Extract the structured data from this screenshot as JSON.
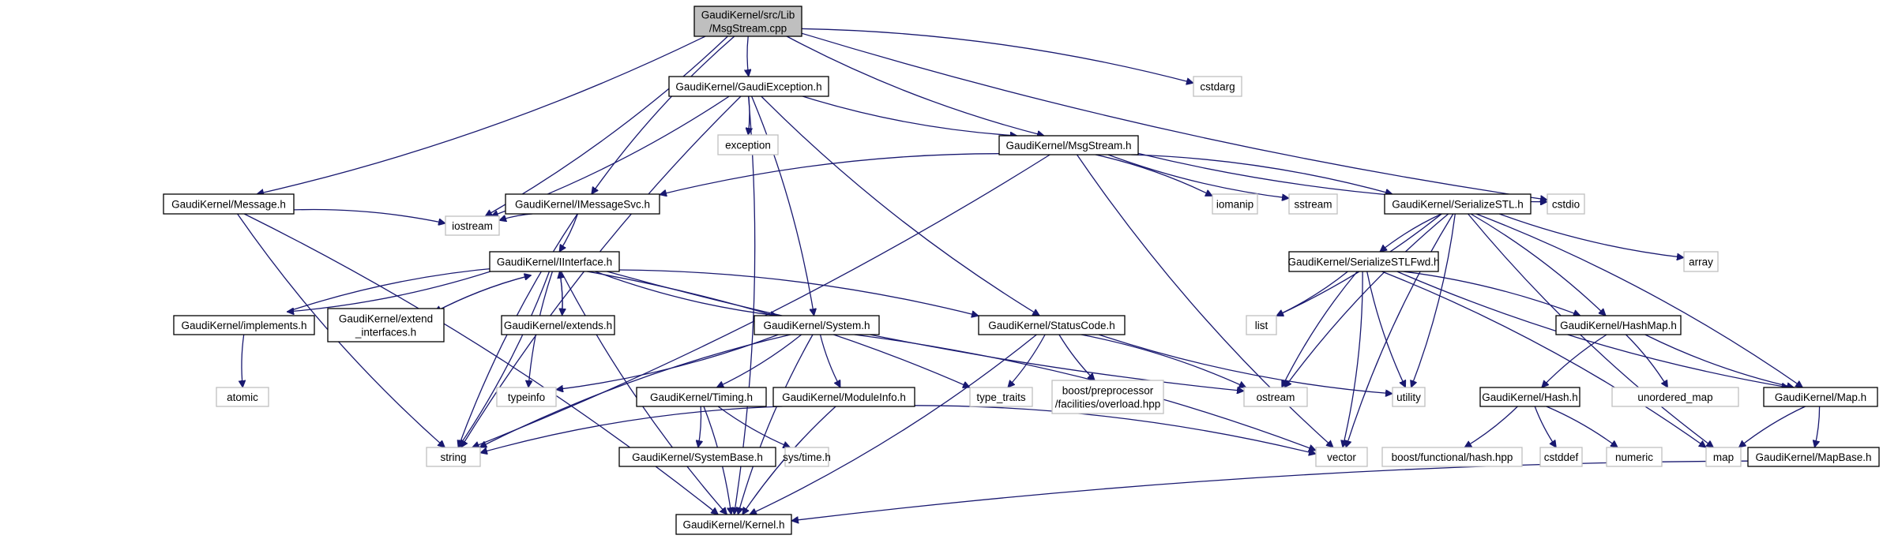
{
  "graph": {
    "title": "GaudiKernel/src/Lib/MsgStream.cpp include dependency graph",
    "colors": {
      "edge": "#191970",
      "root_fill": "#bfbfbf",
      "local_border": "#000000",
      "system_border": "#bfbfbf"
    },
    "nodes": [
      {
        "id": "root",
        "lines": [
          "GaudiKernel/src/Lib",
          "/MsgStream.cpp"
        ],
        "kind": "root"
      },
      {
        "id": "gaudiexception",
        "lines": [
          "GaudiKernel/GaudiException.h"
        ],
        "kind": "local"
      },
      {
        "id": "cstdarg",
        "lines": [
          "cstdarg"
        ],
        "kind": "system"
      },
      {
        "id": "msgstream_h",
        "lines": [
          "GaudiKernel/MsgStream.h"
        ],
        "kind": "local"
      },
      {
        "id": "exception",
        "lines": [
          "exception"
        ],
        "kind": "system"
      },
      {
        "id": "message",
        "lines": [
          "GaudiKernel/Message.h"
        ],
        "kind": "local"
      },
      {
        "id": "imessagesvc",
        "lines": [
          "GaudiKernel/IMessageSvc.h"
        ],
        "kind": "local"
      },
      {
        "id": "iomanip",
        "lines": [
          "iomanip"
        ],
        "kind": "system"
      },
      {
        "id": "sstream",
        "lines": [
          "sstream"
        ],
        "kind": "system"
      },
      {
        "id": "serializestl",
        "lines": [
          "GaudiKernel/SerializeSTL.h"
        ],
        "kind": "local"
      },
      {
        "id": "cstdio",
        "lines": [
          "cstdio"
        ],
        "kind": "system"
      },
      {
        "id": "iostream",
        "lines": [
          "iostream"
        ],
        "kind": "system"
      },
      {
        "id": "iinterface",
        "lines": [
          "GaudiKernel/IInterface.h"
        ],
        "kind": "local"
      },
      {
        "id": "serializestlfwd",
        "lines": [
          "GaudiKernel/SerializeSTLFwd.h"
        ],
        "kind": "local"
      },
      {
        "id": "array",
        "lines": [
          "array"
        ],
        "kind": "system"
      },
      {
        "id": "implements",
        "lines": [
          "GaudiKernel/implements.h"
        ],
        "kind": "local"
      },
      {
        "id": "extend_interfaces",
        "lines": [
          "GaudiKernel/extend",
          "_interfaces.h"
        ],
        "kind": "local"
      },
      {
        "id": "extends",
        "lines": [
          "GaudiKernel/extends.h"
        ],
        "kind": "local"
      },
      {
        "id": "system",
        "lines": [
          "GaudiKernel/System.h"
        ],
        "kind": "local"
      },
      {
        "id": "statuscode",
        "lines": [
          "GaudiKernel/StatusCode.h"
        ],
        "kind": "local"
      },
      {
        "id": "list",
        "lines": [
          "list"
        ],
        "kind": "system"
      },
      {
        "id": "hashmap",
        "lines": [
          "GaudiKernel/HashMap.h"
        ],
        "kind": "local"
      },
      {
        "id": "atomic",
        "lines": [
          "atomic"
        ],
        "kind": "system"
      },
      {
        "id": "typeinfo",
        "lines": [
          "typeinfo"
        ],
        "kind": "system"
      },
      {
        "id": "timing",
        "lines": [
          "GaudiKernel/Timing.h"
        ],
        "kind": "local"
      },
      {
        "id": "moduleinfo",
        "lines": [
          "GaudiKernel/ModuleInfo.h"
        ],
        "kind": "local"
      },
      {
        "id": "type_traits",
        "lines": [
          "type_traits"
        ],
        "kind": "system"
      },
      {
        "id": "boost_overload",
        "lines": [
          "boost/preprocessor",
          "/facilities/overload.hpp"
        ],
        "kind": "system"
      },
      {
        "id": "ostream",
        "lines": [
          "ostream"
        ],
        "kind": "system"
      },
      {
        "id": "utility",
        "lines": [
          "utility"
        ],
        "kind": "system"
      },
      {
        "id": "hash",
        "lines": [
          "GaudiKernel/Hash.h"
        ],
        "kind": "local"
      },
      {
        "id": "unordered_map",
        "lines": [
          "unordered_map"
        ],
        "kind": "system"
      },
      {
        "id": "map_h",
        "lines": [
          "GaudiKernel/Map.h"
        ],
        "kind": "local"
      },
      {
        "id": "string",
        "lines": [
          "string"
        ],
        "kind": "system"
      },
      {
        "id": "systembase",
        "lines": [
          "GaudiKernel/SystemBase.h"
        ],
        "kind": "local"
      },
      {
        "id": "systime",
        "lines": [
          "sys/time.h"
        ],
        "kind": "system"
      },
      {
        "id": "vector",
        "lines": [
          "vector"
        ],
        "kind": "system"
      },
      {
        "id": "boost_hash",
        "lines": [
          "boost/functional/hash.hpp"
        ],
        "kind": "system"
      },
      {
        "id": "cstddef",
        "lines": [
          "cstddef"
        ],
        "kind": "system"
      },
      {
        "id": "numeric",
        "lines": [
          "numeric"
        ],
        "kind": "system"
      },
      {
        "id": "map",
        "lines": [
          "map"
        ],
        "kind": "system"
      },
      {
        "id": "mapbase",
        "lines": [
          "GaudiKernel/MapBase.h"
        ],
        "kind": "local"
      },
      {
        "id": "kernel",
        "lines": [
          "GaudiKernel/Kernel.h"
        ],
        "kind": "local"
      }
    ],
    "edges": [
      [
        "root",
        "gaudiexception"
      ],
      [
        "root",
        "cstdarg"
      ],
      [
        "root",
        "msgstream_h"
      ],
      [
        "root",
        "message"
      ],
      [
        "root",
        "imessagesvc"
      ],
      [
        "root",
        "iostream"
      ],
      [
        "root",
        "cstdio"
      ],
      [
        "gaudiexception",
        "exception"
      ],
      [
        "gaudiexception",
        "msgstream_h"
      ],
      [
        "gaudiexception",
        "iostream"
      ],
      [
        "gaudiexception",
        "string"
      ],
      [
        "gaudiexception",
        "system"
      ],
      [
        "gaudiexception",
        "statuscode"
      ],
      [
        "gaudiexception",
        "kernel"
      ],
      [
        "msgstream_h",
        "imessagesvc"
      ],
      [
        "msgstream_h",
        "iomanip"
      ],
      [
        "msgstream_h",
        "sstream"
      ],
      [
        "msgstream_h",
        "serializestl"
      ],
      [
        "msgstream_h",
        "cstdio"
      ],
      [
        "msgstream_h",
        "string"
      ],
      [
        "msgstream_h",
        "vector"
      ],
      [
        "message",
        "iostream"
      ],
      [
        "message",
        "string"
      ],
      [
        "message",
        "kernel"
      ],
      [
        "imessagesvc",
        "iostream"
      ],
      [
        "imessagesvc",
        "iinterface"
      ],
      [
        "imessagesvc",
        "string"
      ],
      [
        "iinterface",
        "implements"
      ],
      [
        "iinterface",
        "extend_interfaces"
      ],
      [
        "iinterface",
        "extends"
      ],
      [
        "iinterface",
        "system"
      ],
      [
        "iinterface",
        "statuscode"
      ],
      [
        "iinterface",
        "typeinfo"
      ],
      [
        "iinterface",
        "type_traits"
      ],
      [
        "iinterface",
        "ostream"
      ],
      [
        "iinterface",
        "string"
      ],
      [
        "iinterface",
        "kernel"
      ],
      [
        "implements",
        "iinterface"
      ],
      [
        "implements",
        "atomic"
      ],
      [
        "extend_interfaces",
        "iinterface"
      ],
      [
        "extends",
        "iinterface"
      ],
      [
        "system",
        "timing"
      ],
      [
        "system",
        "moduleinfo"
      ],
      [
        "system",
        "typeinfo"
      ],
      [
        "system",
        "string"
      ],
      [
        "system",
        "vector"
      ],
      [
        "system",
        "kernel"
      ],
      [
        "timing",
        "systembase"
      ],
      [
        "timing",
        "systime"
      ],
      [
        "timing",
        "kernel"
      ],
      [
        "moduleinfo",
        "string"
      ],
      [
        "moduleinfo",
        "vector"
      ],
      [
        "moduleinfo",
        "kernel"
      ],
      [
        "statuscode",
        "type_traits"
      ],
      [
        "statuscode",
        "boost_overload"
      ],
      [
        "statuscode",
        "ostream"
      ],
      [
        "statuscode",
        "utility"
      ],
      [
        "statuscode",
        "kernel"
      ],
      [
        "serializestl",
        "serializestlfwd"
      ],
      [
        "serializestl",
        "list"
      ],
      [
        "serializestl",
        "ostream"
      ],
      [
        "serializestl",
        "utility"
      ],
      [
        "serializestl",
        "vector"
      ],
      [
        "serializestl",
        "hashmap"
      ],
      [
        "serializestl",
        "array"
      ],
      [
        "serializestl",
        "map_h"
      ],
      [
        "serializestl",
        "map"
      ],
      [
        "serializestlfwd",
        "list"
      ],
      [
        "serializestlfwd",
        "ostream"
      ],
      [
        "serializestlfwd",
        "vector"
      ],
      [
        "serializestlfwd",
        "utility"
      ],
      [
        "serializestlfwd",
        "hashmap"
      ],
      [
        "serializestlfwd",
        "map_h"
      ],
      [
        "serializestlfwd",
        "map"
      ],
      [
        "hashmap",
        "hash"
      ],
      [
        "hashmap",
        "unordered_map"
      ],
      [
        "hashmap",
        "map_h"
      ],
      [
        "hash",
        "boost_hash"
      ],
      [
        "hash",
        "cstddef"
      ],
      [
        "hash",
        "numeric"
      ],
      [
        "map_h",
        "map"
      ],
      [
        "map_h",
        "mapbase"
      ],
      [
        "mapbase",
        "kernel"
      ]
    ]
  }
}
